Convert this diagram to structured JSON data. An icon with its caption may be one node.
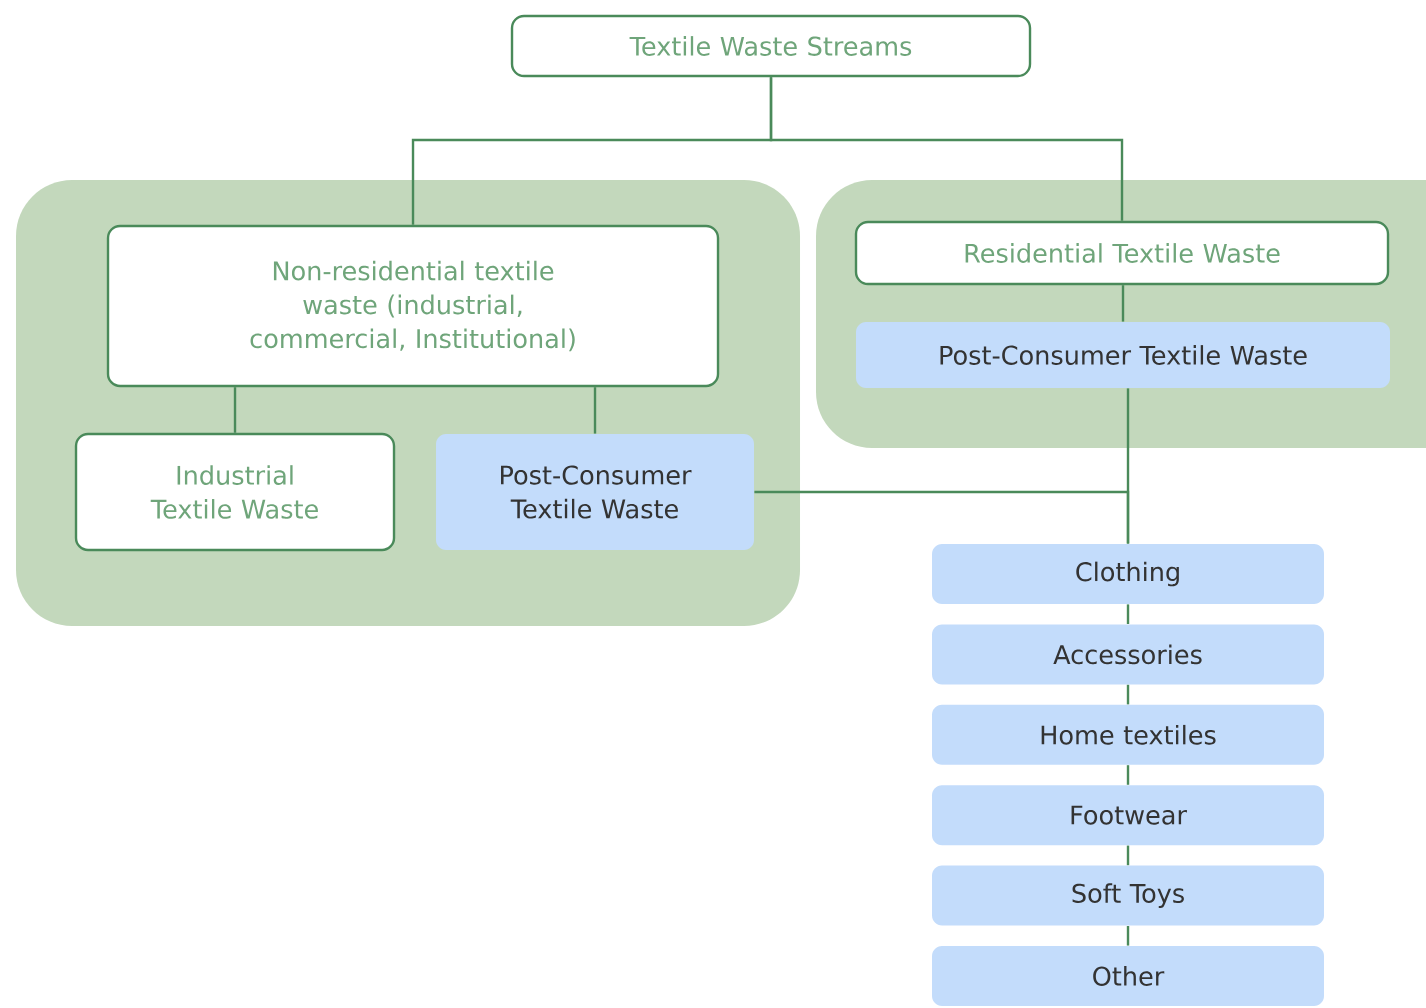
{
  "diagram": {
    "nodes": [
      {
        "text": [
          "Textile Waste Streams"
        ]
      },
      {
        "text": [],
        "shape": "box"
      },
      {
        "text": [
          "Non-residential textile waste (industrial, commercial, Institutional)"
        ],
        "in": 1
      },
      {
        "text": [
          "Industrial Textile Waste"
        ],
        "in": 1
      },
      {
        "text": [
          "Post-Consumer Textile Waste"
        ],
        "in": 1
      },
      {
        "text": [],
        "shape": "box"
      },
      {
        "text": [
          "Residential Textile Waste"
        ],
        "in": 5
      },
      {
        "text": [
          "Post-Consumer Textile Waste"
        ],
        "in": 5
      },
      {
        "text": [
          "Clothing"
        ]
      },
      {
        "text": [
          "Accessories"
        ]
      },
      {
        "text": [
          "Home textiles"
        ]
      },
      {
        "text": [
          "Footwear"
        ]
      },
      {
        "text": [
          "Soft Toys"
        ]
      },
      {
        "text": [
          "Other"
        ]
      }
    ],
    "edges": [
      {
        "from": 0,
        "to": 2,
        "arrow": "none"
      },
      {
        "from": 0,
        "to": 6,
        "arrow": "none"
      },
      {
        "from": 2,
        "to": 3,
        "arrow": "none"
      },
      {
        "from": 2,
        "to": 4,
        "arrow": "none"
      },
      {
        "from": 6,
        "to": 7,
        "arrow": "none"
      },
      {
        "from": 7,
        "to": 8,
        "arrow": "none"
      },
      {
        "from": 4,
        "to": 8,
        "arrow": "none"
      },
      {
        "from": 8,
        "to": 9,
        "arrow": "none"
      },
      {
        "from": 9,
        "to": 10,
        "arrow": "none"
      },
      {
        "from": 10,
        "to": 11,
        "arrow": "none"
      },
      {
        "from": 11,
        "to": 12,
        "arrow": "none"
      },
      {
        "from": 12,
        "to": 13,
        "arrow": "none"
      }
    ]
  }
}
